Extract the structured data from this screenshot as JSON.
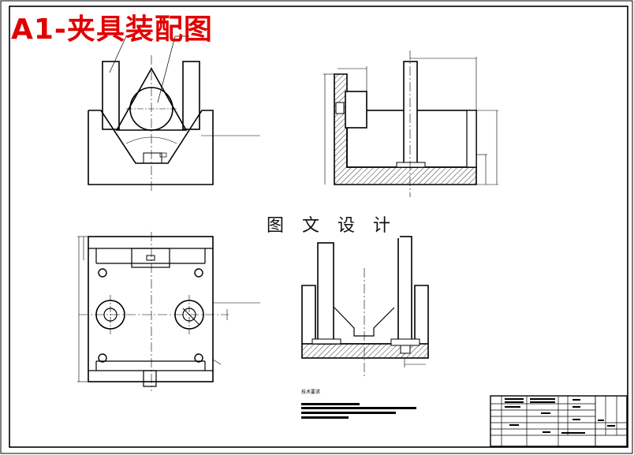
{
  "drawing": {
    "title": "A1-夹具装配图",
    "watermark": "图 文 设 计",
    "notes_heading": "技术要求"
  },
  "colors": {
    "title": "#e00000",
    "line": "#000000",
    "paper": "#ffffff"
  },
  "views": [
    "front-view",
    "side-section-view",
    "top-view",
    "lower-section-view"
  ]
}
